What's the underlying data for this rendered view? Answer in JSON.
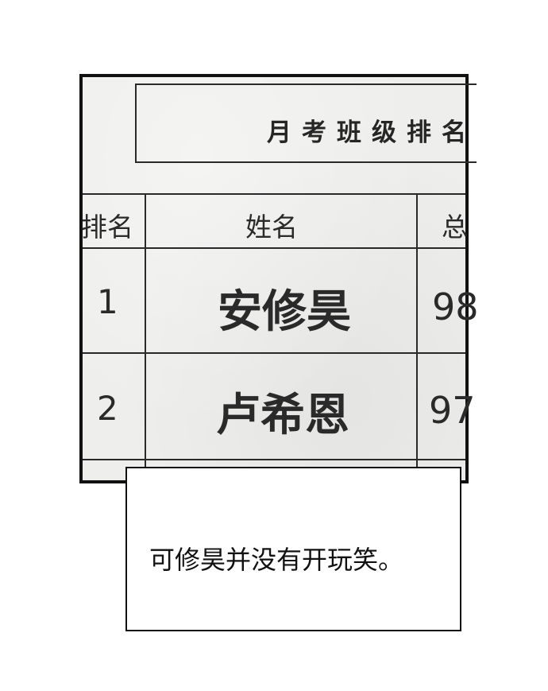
{
  "table": {
    "title": "月考班级排名",
    "headers": {
      "rank": "排名",
      "name": "姓名",
      "total": "总"
    },
    "rows": [
      {
        "rank": "1",
        "name": "安修昊",
        "score": "98"
      },
      {
        "rank": "2",
        "name": "卢希恩",
        "score": "97"
      }
    ]
  },
  "caption": {
    "text": "可修昊并没有开玩笑。"
  }
}
